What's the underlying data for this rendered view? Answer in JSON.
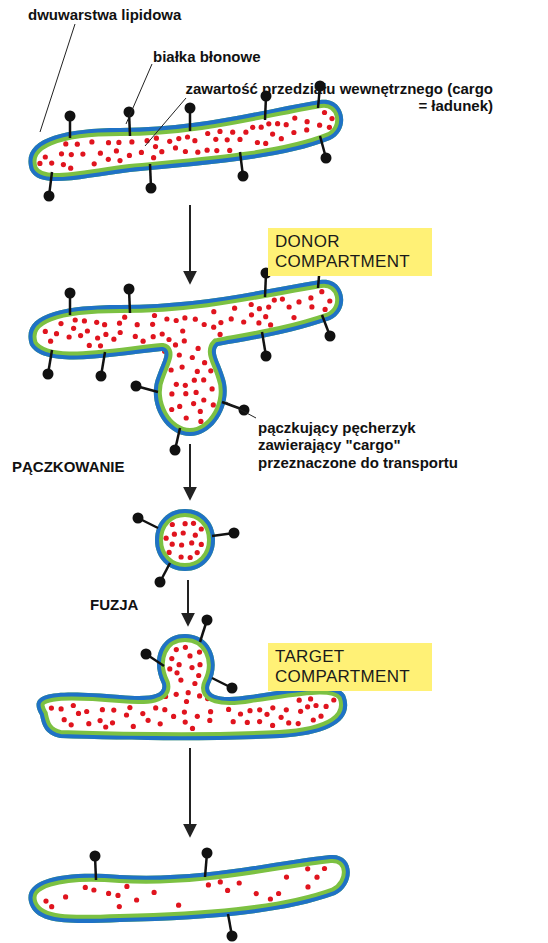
{
  "diagram": {
    "nodes": [
      {
        "text": [
          "DONOR COMPARTMENT"
        ]
      },
      {
        "text": [
          "TARGET COMPARTMENT"
        ]
      }
    ],
    "labels": [
      "dwuwarstwa lipidowa",
      "białka błonowe",
      "zawartość przedziału wewnętrznego (cargo = ładunek)",
      "pączkujący pęcherzyk zawierający \"cargo\" przeznaczone do transportu",
      "PĄCZKOWANIE",
      "FUZJA"
    ]
  }
}
